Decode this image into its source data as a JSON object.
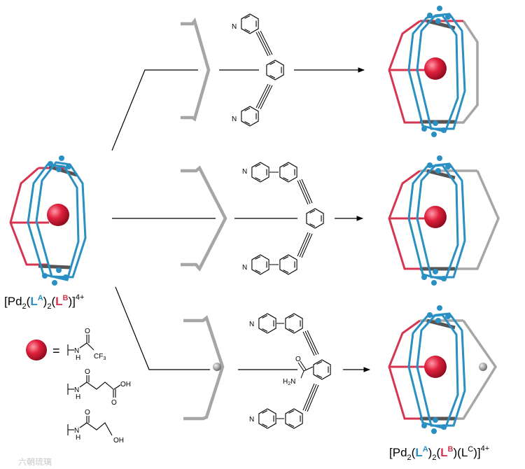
{
  "colors": {
    "blue": "#2a8fc2",
    "red": "#d63550",
    "gray": "#a6a6a6",
    "dark_gray": "#5a5a5a",
    "black": "#000000"
  },
  "formula_left": {
    "pd": "Pd",
    "sub2a": "2",
    "la": "L",
    "a_sup": "A",
    "sub2b": "2",
    "lb": "L",
    "b_sup": "B",
    "charge": "4+"
  },
  "formula_right": {
    "pd": "Pd",
    "sub2a": "2",
    "la": "L",
    "a_sup": "A",
    "sub2b": "2",
    "lb": "L",
    "b_sup": "B",
    "lc": "L",
    "c_sup": "C",
    "charge": "4+"
  },
  "legend": {
    "equals": "=",
    "group1": {
      "nh": "N",
      "h": "H",
      "o": "O",
      "cf3": "CF",
      "cf3_sub": "3"
    },
    "group2": {
      "nh": "N",
      "h": "H",
      "o1": "O",
      "o2": "O",
      "oh": "OH"
    },
    "group3": {
      "nh": "N",
      "h": "H",
      "o": "O",
      "oh": "OH"
    }
  },
  "atoms": {
    "n": "N",
    "amide_o": "O",
    "amide_nh2": "H",
    "amide_nh2_sub": "2",
    "amide_n": "N"
  },
  "watermark": "六朝琉璃"
}
